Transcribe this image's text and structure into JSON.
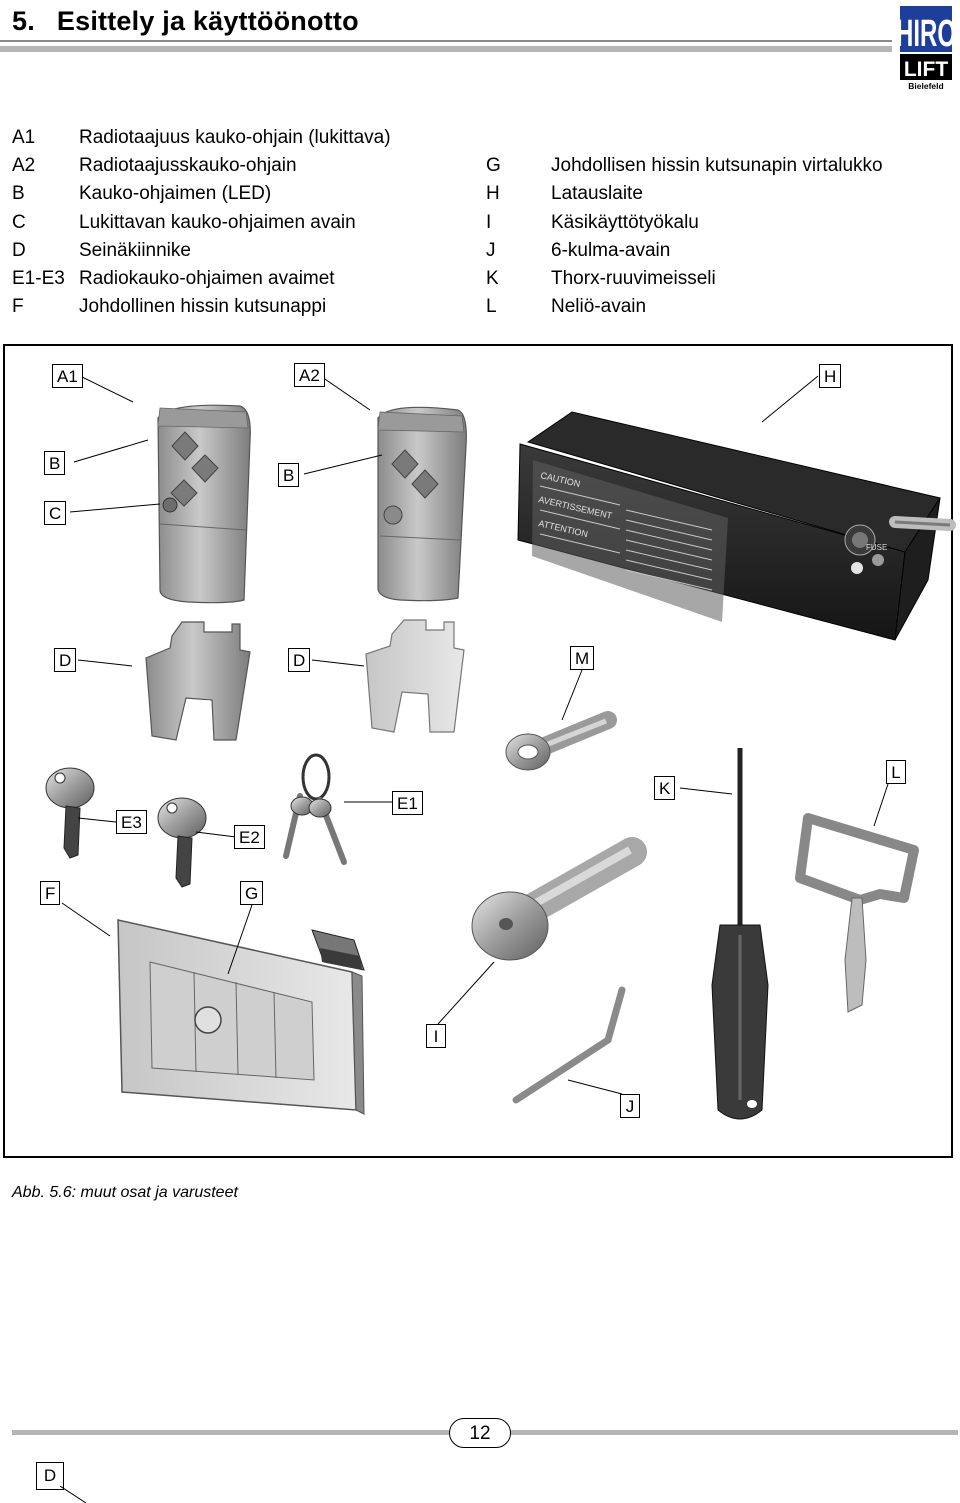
{
  "header": {
    "section_number": "5.",
    "title": "Esittely ja käyttöönotto",
    "logo": {
      "line1": "HIRO",
      "line2": "LIFT",
      "line3": "Bielefeld"
    }
  },
  "legend_left": [
    {
      "code": "A1",
      "label": "Radiotaajuus kauko-ohjain (lukittava)"
    },
    {
      "code": "A2",
      "label": "Radiotaajusskauko-ohjain"
    },
    {
      "code": "B",
      "label": "Kauko-ohjaimen (LED)"
    },
    {
      "code": "C",
      "label": "Lukittavan kauko-ohjaimen avain"
    },
    {
      "code": "D",
      "label": "Seinäkiinnike"
    },
    {
      "code": "E1-E3",
      "label": "Radiokauko-ohjaimen avaimet"
    },
    {
      "code": "F",
      "label": "Johdollinen hissin kutsunappi"
    }
  ],
  "legend_right": [
    {
      "code": "G",
      "label": "Johdollisen hissin kutsunapin virtalukko"
    },
    {
      "code": "H",
      "label": "Latauslaite"
    },
    {
      "code": "I",
      "label": "Käsikäyttötyökalu"
    },
    {
      "code": "J",
      "label": "6-kulma-avain"
    },
    {
      "code": "K",
      "label": "Thorx-ruuvimeisseli"
    },
    {
      "code": "L",
      "label": "Neliö-avain"
    }
  ],
  "callouts": {
    "a1": "A1",
    "a2": "A2",
    "h": "H",
    "b1": "B",
    "b2": "B",
    "c": "C",
    "d1": "D",
    "d2": "D",
    "m": "M",
    "e3": "E3",
    "e2": "E2",
    "e1": "E1",
    "k": "K",
    "l": "L",
    "f": "F",
    "g": "G",
    "i": "I",
    "j": "J"
  },
  "charger_label_text": {
    "caution": "CAUTION",
    "avertissement": "AVERTISSEMENT",
    "attention": "ATTENTION",
    "fuse": "FUSE"
  },
  "caption": "Abb. 5.6: muut osat ja varusteet",
  "footer": {
    "page_number": "12",
    "language_code": "D"
  },
  "colors": {
    "rule_gray": "#b5b5b5",
    "logo_blue": "#1d3e9b",
    "device_gray": "#b8b8b8"
  }
}
